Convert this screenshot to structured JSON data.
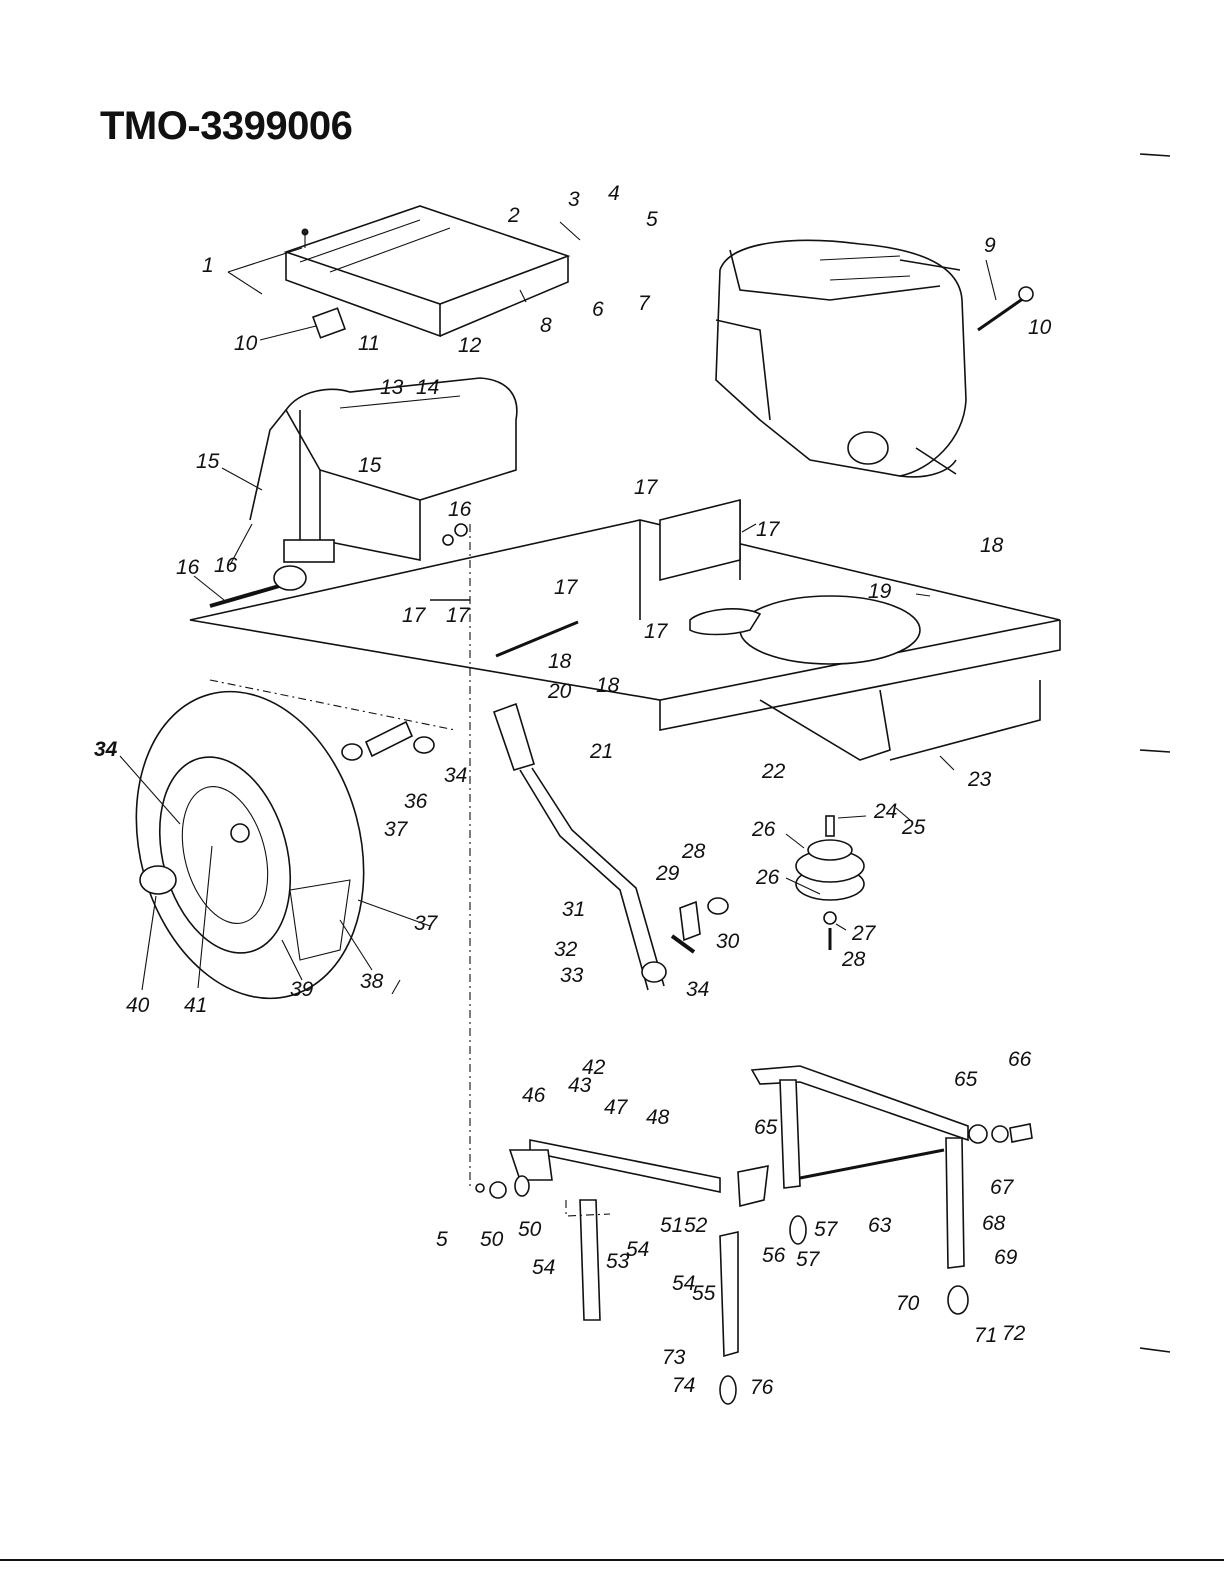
{
  "header": {
    "title": "TMO-3399006"
  },
  "colors": {
    "ink": "#111111",
    "paper": "#ffffff"
  },
  "callouts": [
    "1",
    "2",
    "3",
    "4",
    "5",
    "6",
    "7",
    "8",
    "9",
    "10",
    "10",
    "11",
    "12",
    "13",
    "14",
    "15",
    "15",
    "16",
    "16",
    "16",
    "17",
    "17",
    "17",
    "17",
    "17",
    "17",
    "18",
    "18",
    "18",
    "19",
    "20",
    "21",
    "22",
    "23",
    "24",
    "25",
    "26",
    "26",
    "27",
    "28",
    "28",
    "29",
    "30",
    "31",
    "32",
    "33",
    "34",
    "34",
    "34",
    "36",
    "37",
    "37",
    "38",
    "39",
    "40",
    "41",
    "42",
    "43",
    "46",
    "47",
    "48",
    "5",
    "50",
    "50",
    "51",
    "52",
    "53",
    "54",
    "54",
    "54",
    "55",
    "56",
    "57",
    "57",
    "63",
    "65",
    "65",
    "66",
    "67",
    "68",
    "69",
    "70",
    "71",
    "72",
    "73",
    "74",
    "76"
  ]
}
